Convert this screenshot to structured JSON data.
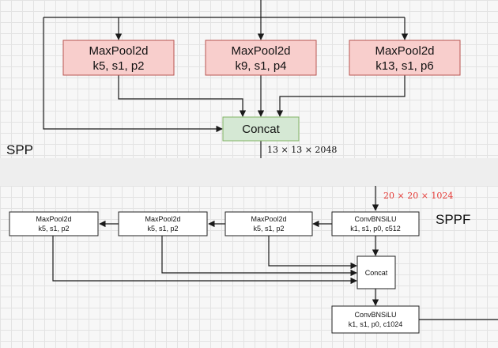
{
  "spp": {
    "title": "SPP",
    "pools": [
      {
        "line1": "MaxPool2d",
        "line2": "k5, s1, p2"
      },
      {
        "line1": "MaxPool2d",
        "line2": "k9, s1, p4"
      },
      {
        "line1": "MaxPool2d",
        "line2": "k13, s1, p6"
      }
    ],
    "concat_label": "Concat",
    "output_shape": "13 × 13 × 2048"
  },
  "sppf": {
    "title": "SPPF",
    "input_shape": "20 × 20 × 1024",
    "conv_in": {
      "line1": "ConvBNSiLU",
      "line2": "k1, s1, p0, c512"
    },
    "pools": [
      {
        "line1": "MaxPool2d",
        "line2": "k5, s1, p2"
      },
      {
        "line1": "MaxPool2d",
        "line2": "k5, s1, p2"
      },
      {
        "line1": "MaxPool2d",
        "line2": "k5, s1, p2"
      }
    ],
    "concat_label": "Concat",
    "conv_out": {
      "line1": "ConvBNSiLU",
      "line2": "k1, s1, p0, c1024"
    }
  },
  "colors": {
    "pool_fill": "#f8cecc",
    "pool_border": "#b85450",
    "concat_fill": "#d5e8d4",
    "concat_border": "#82b366",
    "input_shape_color": "#e53935"
  }
}
